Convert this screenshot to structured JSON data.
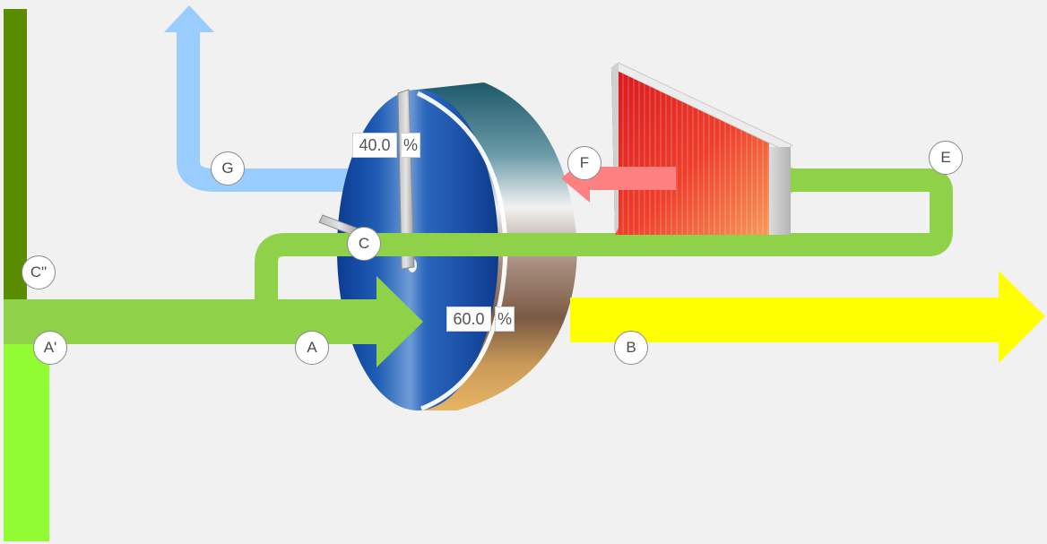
{
  "nodes": {
    "a_prime": "A'",
    "a": "A",
    "b": "B",
    "c": "C",
    "c_double_prime": "C\"",
    "e": "E",
    "f": "F",
    "g": "G"
  },
  "rotor_setpoints": {
    "upper": {
      "value": "40.0",
      "unit": "%"
    },
    "lower": {
      "value": "60.0",
      "unit": "%"
    }
  },
  "colors": {
    "outdoor_air_vertical": "#92fc33",
    "exhaust_vertical": "#5a8c00",
    "mixed_air_stream": "#8fd24a",
    "supply_air": "#ffff00",
    "heated_air": "#ff8080",
    "exhaust_air": "#99ccff",
    "rotor_face": "#1e56b0",
    "heater_coil": "#e83a2a"
  },
  "icons": [
    "rotary-heat-exchanger-icon",
    "heater-coil-icon",
    "damper-blade-icon"
  ]
}
